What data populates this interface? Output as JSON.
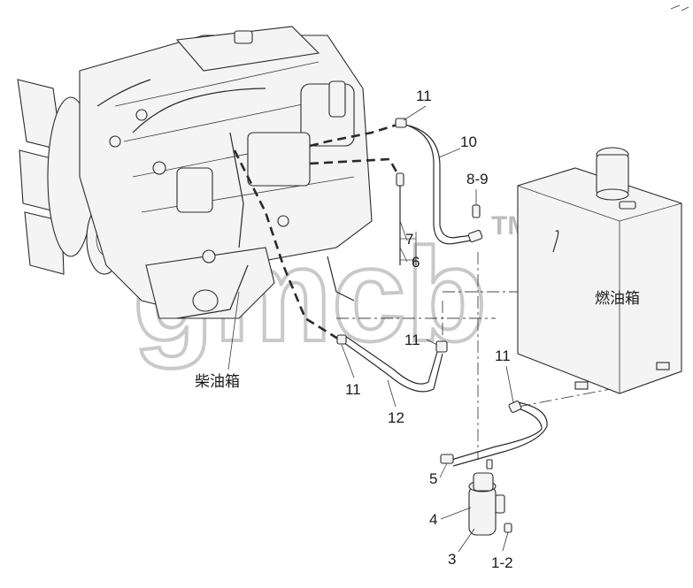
{
  "callouts": {
    "c11_top": "11",
    "c10": "10",
    "c8_9": "8-9",
    "c7": "7",
    "c6": "6",
    "c11_mid": "11",
    "c11_right": "11",
    "c11_bottom": "11",
    "c12": "12",
    "c5": "5",
    "c4": "4",
    "c3": "3",
    "c1_2": "1-2"
  },
  "labels": {
    "diesel_tank": "柴油箱",
    "fuel_tank": "燃油箱"
  },
  "watermark": {
    "text": "gmcb",
    "tm": "TM"
  }
}
